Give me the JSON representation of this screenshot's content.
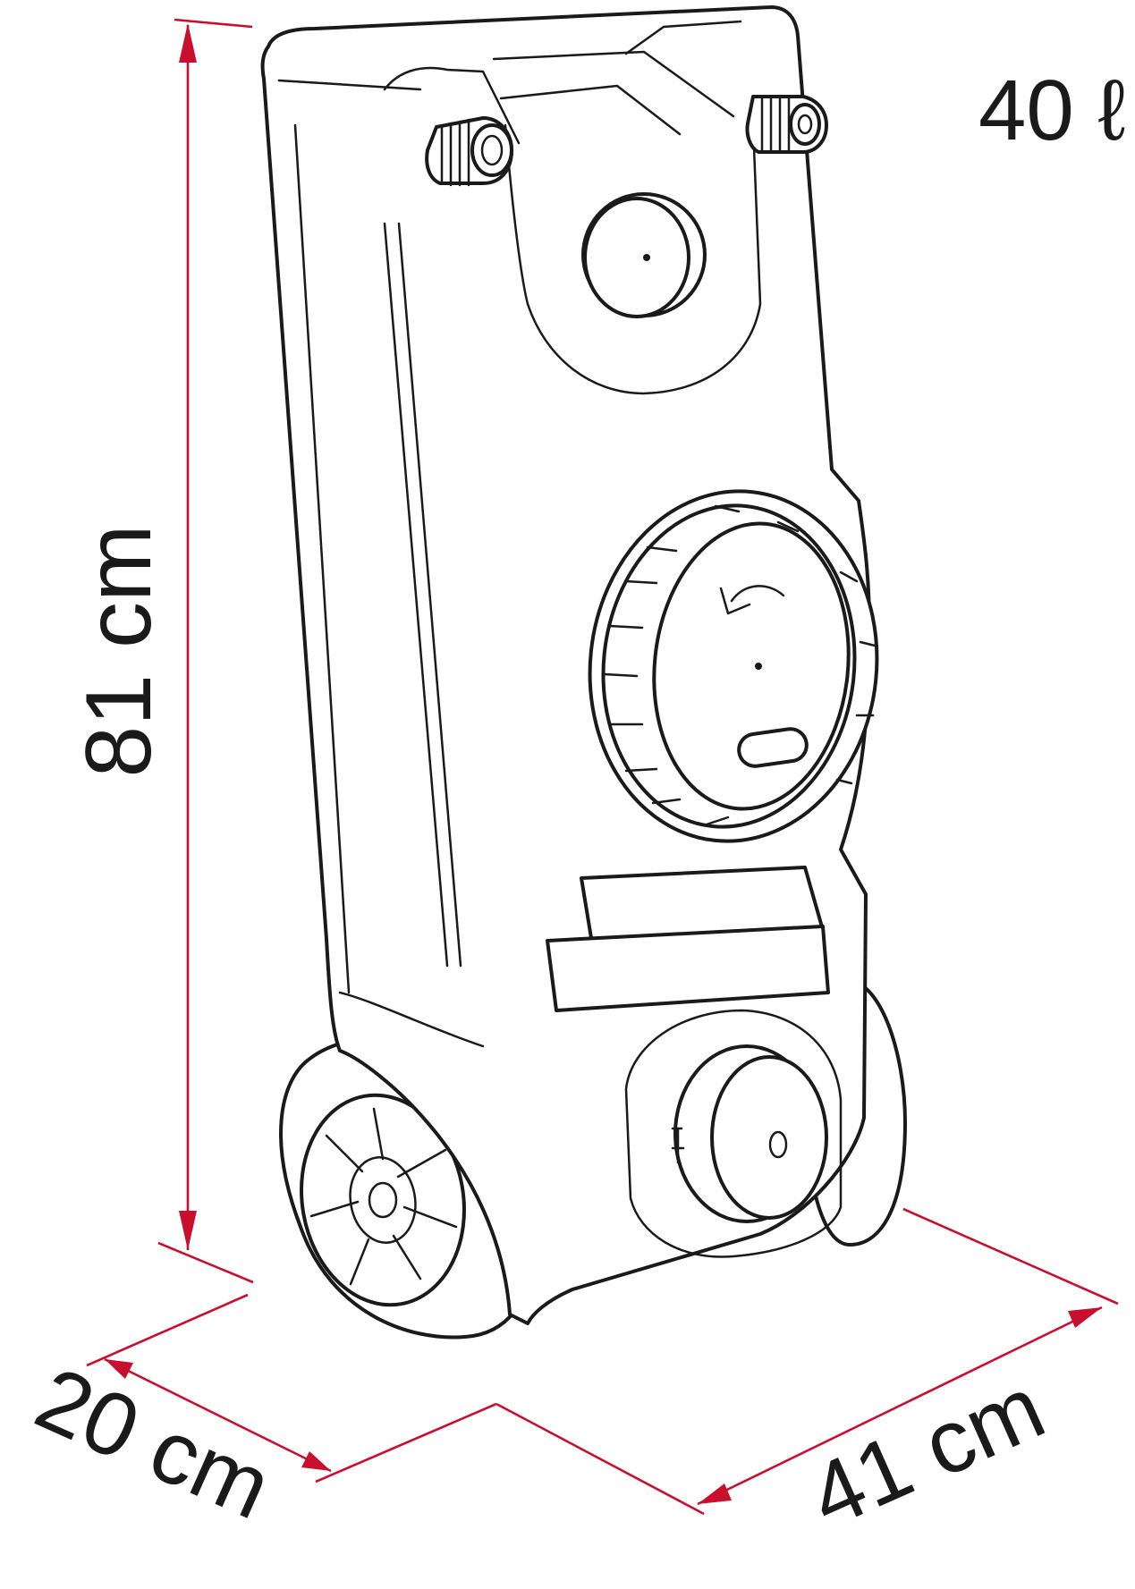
{
  "diagram": {
    "capacity_label": "40 ℓ",
    "dimensions": {
      "height": "81 cm",
      "depth": "20 cm",
      "width": "41 cm"
    }
  },
  "colors": {
    "dimension_line": "#c8102e",
    "outline": "#1a1a1a",
    "background": "#ffffff"
  }
}
